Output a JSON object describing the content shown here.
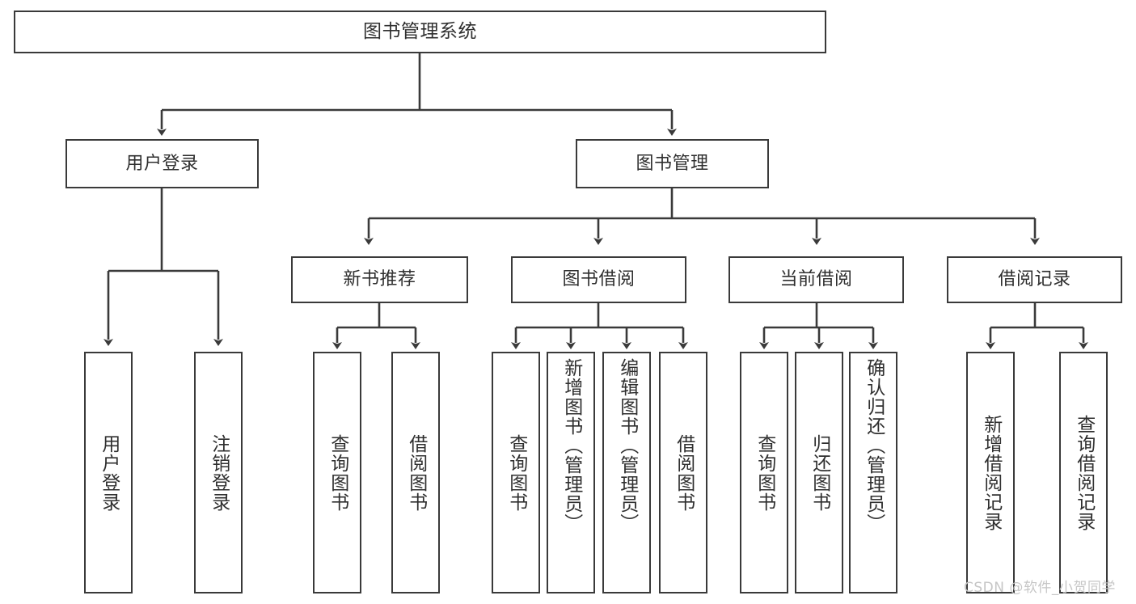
{
  "diagram": {
    "title": "图书管理系统",
    "type": "tree",
    "colors": {
      "box_border": "#3a3a3a",
      "box_fill": "#ffffff",
      "edge": "#3a3a3a",
      "text": "#2f2f2f",
      "watermark": "#c6c6c6"
    },
    "watermark": "CSDN @软件_小贺同学",
    "root": {
      "id": "root",
      "label": "图书管理系统"
    },
    "level1": [
      {
        "id": "user-login",
        "label": "用户登录"
      },
      {
        "id": "book-manage",
        "label": "图书管理"
      }
    ],
    "level2": [
      {
        "id": "new-book-rec",
        "label": "新书推荐",
        "parent": "book-manage"
      },
      {
        "id": "book-borrow",
        "label": "图书借阅",
        "parent": "book-manage"
      },
      {
        "id": "current-borrow",
        "label": "当前借阅",
        "parent": "book-manage"
      },
      {
        "id": "borrow-record",
        "label": "借阅记录",
        "parent": "book-manage"
      }
    ],
    "leaves": [
      {
        "id": "leaf-user-login",
        "label": "用户登录",
        "parent": "user-login"
      },
      {
        "id": "leaf-logout",
        "label": "注销登录",
        "parent": "user-login"
      },
      {
        "id": "leaf-query-book-1",
        "label": "查询图书",
        "parent": "new-book-rec"
      },
      {
        "id": "leaf-borrow-book-1",
        "label": "借阅图书",
        "parent": "new-book-rec"
      },
      {
        "id": "leaf-query-book-2",
        "label": "查询图书",
        "parent": "book-borrow"
      },
      {
        "id": "leaf-add-book",
        "label": "新增图书（管理员）",
        "parent": "book-borrow"
      },
      {
        "id": "leaf-edit-book",
        "label": "编辑图书（管理员）",
        "parent": "book-borrow"
      },
      {
        "id": "leaf-borrow-book-2",
        "label": "借阅图书",
        "parent": "book-borrow"
      },
      {
        "id": "leaf-query-book-3",
        "label": "查询图书",
        "parent": "current-borrow"
      },
      {
        "id": "leaf-return-book",
        "label": "归还图书",
        "parent": "current-borrow"
      },
      {
        "id": "leaf-confirm-return",
        "label": "确认归还（管理员）",
        "parent": "current-borrow"
      },
      {
        "id": "leaf-add-record",
        "label": "新增借阅记录",
        "parent": "borrow-record"
      },
      {
        "id": "leaf-query-record",
        "label": "查询借阅记录",
        "parent": "borrow-record"
      }
    ]
  }
}
